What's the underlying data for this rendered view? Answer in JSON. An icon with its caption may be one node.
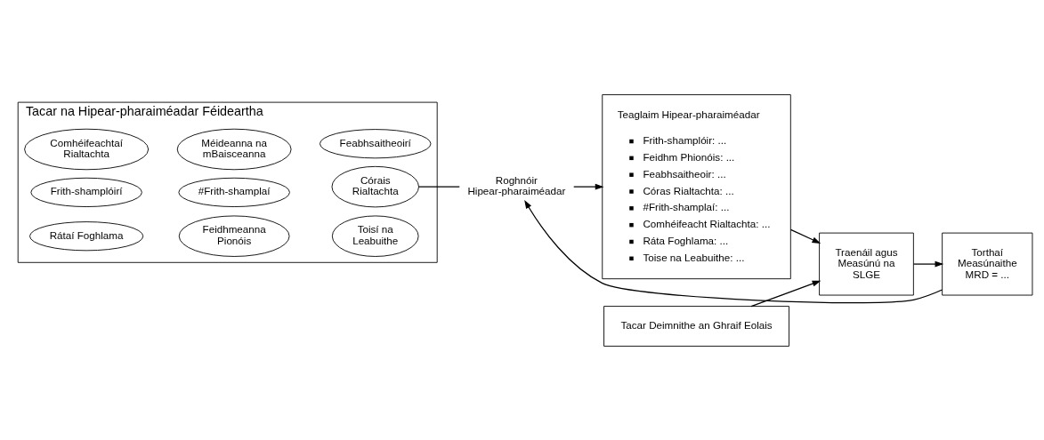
{
  "diagram": {
    "nodes": [
      {
        "text": [
          "Tacar na Hipear-pharaiméadar Féideartha"
        ]
      },
      {
        "text": [
          "Comhéifeachtaí Rialtachta"
        ],
        "in": 0
      },
      {
        "text": [
          "Méideanna na mBaisceanna"
        ],
        "in": 0
      },
      {
        "text": [
          "Feabhsaitheoirí"
        ],
        "in": 0
      },
      {
        "text": [
          "Frith-shamplóirí"
        ],
        "in": 0
      },
      {
        "text": [
          "#Frith-shamplaí"
        ],
        "in": 0
      },
      {
        "text": [
          "Córais Rialtachta"
        ],
        "in": 0
      },
      {
        "text": [
          "Rátaí Foghlama"
        ],
        "in": 0
      },
      {
        "text": [
          "Feidhmeanna Pionóis"
        ],
        "in": 0
      },
      {
        "text": [
          "Toisí na Leabuithe"
        ],
        "in": 0
      },
      {
        "text": [
          "Roghnóir Hipear-pharaiméadar"
        ]
      },
      {
        "text": [
          "Teaglaim Hipear-pharaiméadar",
          "Frith-shamplóir: ...",
          "Feidhm Phionóis: ...",
          "Feabhsaitheoir: ...",
          "Córas Rialtachta: ...",
          "#Frith-shamplaí: ...",
          "Comhéifeacht Rialtachta: ...",
          "Ráta Foghlama: ...",
          "Toise na Leabuithe: ..."
        ]
      },
      {
        "text": [
          "Tacar Deimnithe an Ghraif Eolais"
        ]
      },
      {
        "text": [
          "Traenáil agus Measúnú na SLGE"
        ]
      },
      {
        "text": [
          "Torthaí Measúnaithe MRD = ..."
        ]
      }
    ],
    "edges": [
      {
        "from": 6,
        "to": 10,
        "arrow": "none"
      },
      {
        "from": 10,
        "to": 11,
        "arrow": "to"
      },
      {
        "from": 11,
        "to": 13,
        "arrow": "to"
      },
      {
        "from": 12,
        "to": 13,
        "arrow": "to"
      },
      {
        "from": 13,
        "to": 14,
        "arrow": "to"
      },
      {
        "from": 14,
        "to": 10,
        "arrow": "to"
      }
    ]
  }
}
